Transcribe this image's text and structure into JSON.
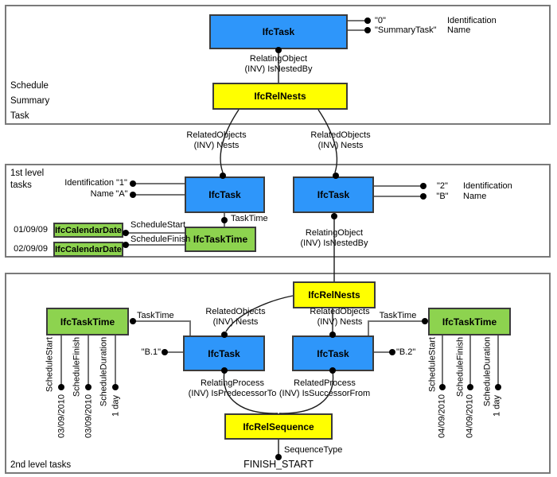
{
  "entities": {
    "task": "IfcTask",
    "rel_nests": "IfcRelNests",
    "task_time": "IfcTaskTime",
    "calendar_date": "IfcCalendarDate",
    "rel_sequence": "IfcRelSequence"
  },
  "sections": {
    "summary_label": "Schedule\nSummary\nTask",
    "level1_label": "1st level\ntasks",
    "level2_label": "2nd level tasks"
  },
  "summary": {
    "identification_value": "\"0\"",
    "identification_label": "Identification",
    "name_value": "\"SummaryTask\"",
    "name_label": "Name",
    "relating_object": "RelatingObject\n(INV) IsNestedBy",
    "related_objects_a": "RelatedObjects\n(INV) Nests",
    "related_objects_b": "RelatedObjects\n(INV) Nests"
  },
  "level1": {
    "task_a": {
      "identification_label": "Identification",
      "identification_value": "\"1\"",
      "name_label": "Name",
      "name_value": "\"A\"",
      "task_time_label": "TaskTime",
      "schedule_start_label": "ScheduleStart",
      "schedule_finish_label": "ScheduleFinish",
      "schedule_start_value": "01/09/09",
      "schedule_finish_value": "02/09/09"
    },
    "task_b": {
      "identification_value": "\"2\"",
      "identification_label": "Identification",
      "name_value": "\"B\"",
      "name_label": "Name",
      "relating_object": "RelatingObject\n(INV) IsNestedBy"
    }
  },
  "level2": {
    "related_objects_b1": "RelatedObjects\n(INV) Nests",
    "related_objects_b2": "RelatedObjects\n(INV) Nests",
    "task_b1": {
      "task_time_label": "TaskTime",
      "identification_value": "\"B.1\"",
      "relating_process": "RelatingProcess\n(INV) IsPredecessorTo",
      "schedule_start_label": "ScheduleStart",
      "schedule_finish_label": "ScheduleFinish",
      "schedule_duration_label": "ScheduleDuration",
      "schedule_start_value": "03/09/2010",
      "schedule_finish_value": "03/09/2010",
      "schedule_duration_value": "1 day"
    },
    "task_b2": {
      "task_time_label": "TaskTime",
      "identification_value": "\"B.2\"",
      "related_process": "RelatedProcess\n(INV) IsSuccessorFrom",
      "schedule_start_label": "ScheduleStart",
      "schedule_finish_label": "ScheduleFinish",
      "schedule_duration_label": "ScheduleDuration",
      "schedule_start_value": "04/09/2010",
      "schedule_finish_value": "04/09/2010",
      "schedule_duration_value": "1 day"
    },
    "sequence_type_label": "SequenceType",
    "sequence_type_value": "FINISH_START"
  }
}
